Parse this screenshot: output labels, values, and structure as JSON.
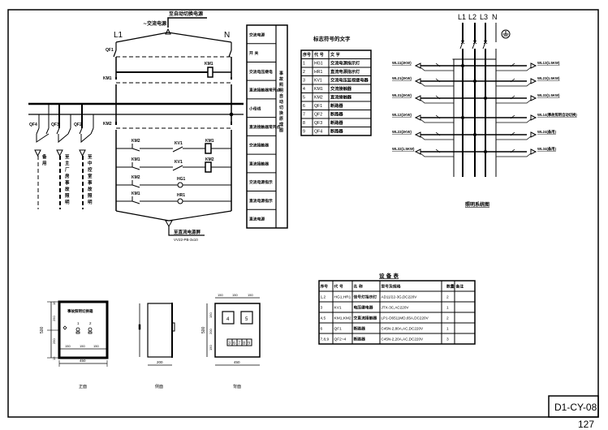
{
  "drawing_no": "D1-CY-08",
  "page_no": "127",
  "schematic": {
    "title_top": "至自动切换电源",
    "ac_source_label": "~交流电源",
    "phase_L1": "L1",
    "phase_N": "N",
    "qf1": "QF1",
    "km1": "KM1",
    "km2": "KM2",
    "qf4": "QF4",
    "qf3": "QF3",
    "qf2": "QF2",
    "coil_km1": "KM1",
    "coil_km2": "KM2",
    "contact_km2_a": "KM2",
    "contact_km1_b": "KM1",
    "contact_km2_c": "KM2",
    "contact_km1_d": "KM1",
    "contact_kv1_a": "KV1",
    "contact_kv1_b": "KV1",
    "lamp_hg1": "HG1",
    "lamp_hr1": "HR1",
    "dc_source_label": "至直流电源屏",
    "cable_label": "VV22-PB-3x10",
    "branch_spare": [
      "备",
      "用"
    ],
    "branch_main": [
      "至",
      "主",
      "厂",
      "房",
      "事",
      "故",
      "照",
      "明"
    ],
    "branch_control": [
      "至",
      "中",
      "控",
      "室",
      "事",
      "故",
      "照",
      "明"
    ]
  },
  "function_column": {
    "items": [
      "交流电源",
      "开 关",
      "交流电压继电",
      "直流接触器常开点",
      "小母线",
      "直流接触器常开点",
      "交流接触器",
      "直流接触器",
      "交流电源指示",
      "直流电源指示",
      "直流电源"
    ],
    "vertical_title": "事故照明自动切换原理图"
  },
  "symbol_table": {
    "title": "标志符号的文字",
    "headers": [
      "序号",
      "代 号",
      "文 字"
    ],
    "rows": [
      [
        "1",
        "HG1",
        "交流电源指示灯"
      ],
      [
        "2",
        "HR1",
        "直流电源指示灯"
      ],
      [
        "3",
        "KV1",
        "交流电压监视继电器"
      ],
      [
        "4",
        "KM1",
        "交流接触器"
      ],
      [
        "5",
        "KM2",
        "直流接触器"
      ],
      [
        "6",
        "QF1",
        "断路器"
      ],
      [
        "7",
        "QF2",
        "断路器"
      ],
      [
        "8",
        "QF3",
        "断路器"
      ],
      [
        "9",
        "QF4",
        "断路器"
      ]
    ]
  },
  "distribution": {
    "phases": [
      "L1",
      "L2",
      "L3",
      "N"
    ],
    "ground_symbol": "ground-icon",
    "left_feeders": [
      "WL11(2KW)",
      "WL21(2KW)",
      "WL31(2KW)",
      "WL12(1KW)",
      "WL22(2KW)",
      "WL32(1.5KW)"
    ],
    "right_feeders": [
      "WL13(1.5KW)",
      "WL23(1.5KW)",
      "WL33(1.5KW)",
      "WL14(事故照明自动切换)",
      "WL24(备用)",
      "WL34(备用)"
    ],
    "title": "照明系统图"
  },
  "equipment_table": {
    "title": "设 备 表",
    "headers": [
      "序号",
      "代 号",
      "名 称",
      "型号及规格",
      "数量",
      "备注"
    ],
    "rows": [
      [
        "1,2",
        "HG1,HR1",
        "信号灯指示灯",
        "AD11/22-3G,DC220V",
        "2",
        ""
      ],
      [
        "3",
        "KV1",
        "电压继电器",
        "JTX-3C,AC220V",
        "1",
        ""
      ],
      [
        "4,5",
        "KM1,KM2",
        "交直流接触器",
        "LP1-D6511MD,65A,DC220V",
        "2",
        ""
      ],
      [
        "6",
        "QF1",
        "断路器",
        "C45N-2,80A,AC,DC220V",
        "1",
        ""
      ],
      [
        "7,8,9",
        "QF2~4",
        "断路器",
        "C45N-2,20A,AC,DC220V",
        "3",
        ""
      ]
    ]
  },
  "cabinet_views": {
    "front": {
      "panel_label": "事故照明切换箱",
      "dim_height": "500",
      "dim_top": "15",
      "dim_upper": "250",
      "dim_lower": "250",
      "dim_bottom": "15",
      "dim_width": "450",
      "dim_segs": [
        "150",
        "150",
        "150"
      ],
      "lamp_1": "1",
      "lamp_2": "2",
      "caption": "正面"
    },
    "side": {
      "dim_depth": "200",
      "caption": "侧面"
    },
    "back": {
      "dim_top_segs": [
        "150",
        "150",
        "150"
      ],
      "dim_side_segs": [
        "150",
        "200",
        "150"
      ],
      "dim_height": "500",
      "dim_width": "450",
      "box_4": "4",
      "box_5": "5",
      "breakers": [
        "3",
        "6",
        "7",
        "8",
        "9"
      ],
      "caption": "背面"
    }
  }
}
